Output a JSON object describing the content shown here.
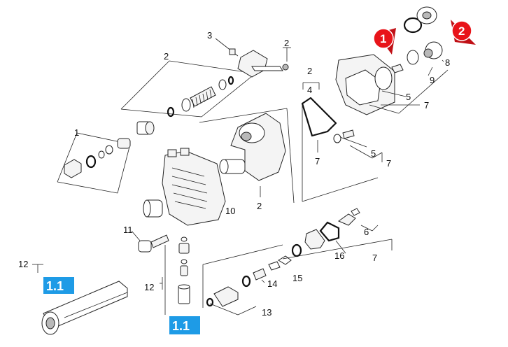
{
  "callouts": {
    "c1": "1",
    "c2a": "2",
    "c2b": "2",
    "c2c": "2",
    "c2d": "2",
    "c3": "3",
    "c4": "4",
    "c5a": "5",
    "c5b": "5",
    "c6": "6",
    "c7a": "7",
    "c7b": "7",
    "c7c": "7",
    "c7d": "7",
    "c8": "8",
    "c9": "9",
    "c10": "10",
    "c11": "11",
    "c12a": "12",
    "c12b": "12",
    "c13": "13",
    "c14": "14",
    "c15": "15",
    "c16": "16"
  },
  "badges": {
    "b1": "1.1",
    "b2": "1.1"
  },
  "markers": {
    "m1": "1",
    "m2": "2"
  },
  "colors": {
    "badge": "#1e9be6",
    "marker": "#e8141a"
  }
}
